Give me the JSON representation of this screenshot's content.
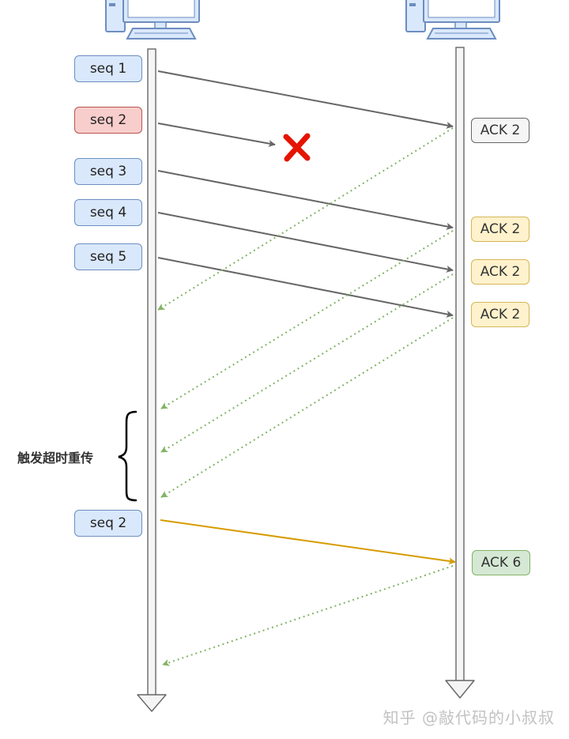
{
  "colors": {
    "box_blue": "#dae8fc",
    "box_red": "#f8cecc",
    "box_gray": "#f5f5f5",
    "box_yellow": "#fff2cc",
    "box_green": "#d5e8d4",
    "arrow_gray": "#666666",
    "arrow_gold": "#d79b00",
    "ack_dotted": "#82b366",
    "lost_mark": "#e51400"
  },
  "left_endpoint": {
    "icon": "computer-icon"
  },
  "right_endpoint": {
    "icon": "computer-icon"
  },
  "sender_segments": [
    {
      "label": "seq 1",
      "color": "blue"
    },
    {
      "label": "seq 2",
      "color": "red"
    },
    {
      "label": "seq 3",
      "color": "blue"
    },
    {
      "label": "seq 4",
      "color": "blue"
    },
    {
      "label": "seq 5",
      "color": "blue"
    }
  ],
  "receiver_acks": [
    {
      "label": "ACK 2",
      "color": "gray"
    },
    {
      "label": "ACK 2",
      "color": "yellow"
    },
    {
      "label": "ACK 2",
      "color": "yellow"
    },
    {
      "label": "ACK 2",
      "color": "yellow"
    }
  ],
  "lost_marker": {
    "icon": "cross-icon"
  },
  "trigger_label": "触发超时重传",
  "retransmission": {
    "label": "seq 2",
    "color": "blue"
  },
  "final_ack": {
    "label": "ACK 6",
    "color": "green"
  },
  "watermark": "知乎 @敲代码的小叔叔"
}
